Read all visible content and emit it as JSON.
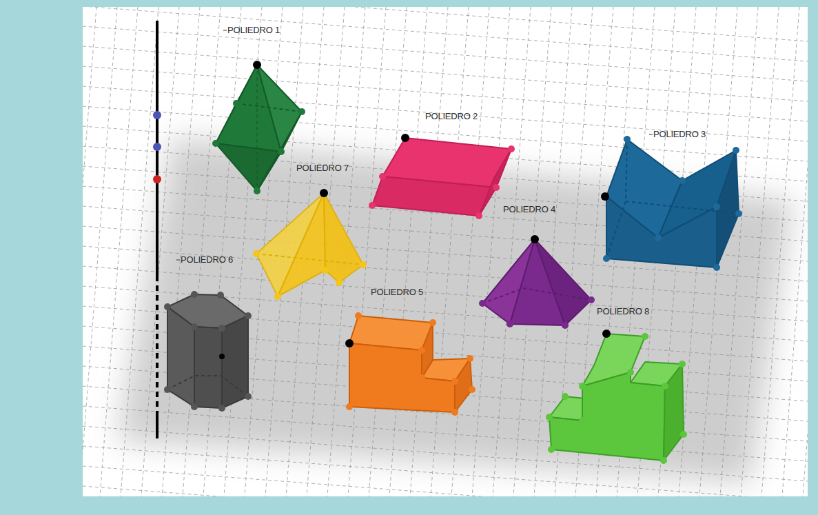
{
  "diagram": {
    "labels": [
      "POLIEDRO 1",
      "POLIEDRO 2",
      "POLIEDRO 3",
      "POLIEDRO 7",
      "POLIEDRO 4",
      "POLIEDRO 6",
      "POLIEDRO 5",
      "POLIEDRO 8"
    ]
  }
}
